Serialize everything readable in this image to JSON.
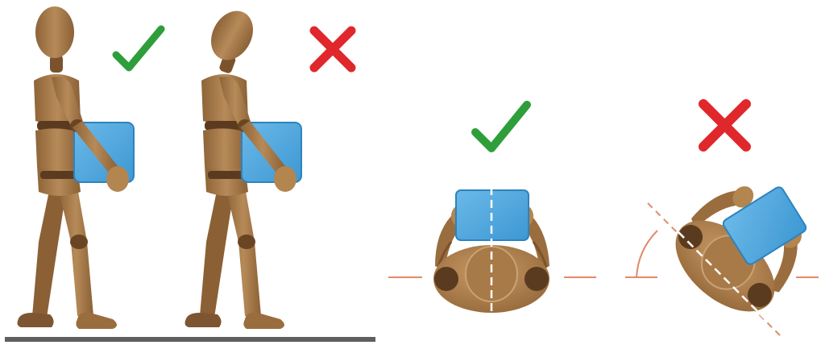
{
  "panels": [
    {
      "id": "side-upright",
      "view": "side",
      "verdict": "correct",
      "icon": "check-icon"
    },
    {
      "id": "side-bent",
      "view": "side",
      "verdict": "incorrect",
      "icon": "cross-icon"
    },
    {
      "id": "top-aligned",
      "view": "top",
      "verdict": "correct",
      "icon": "check-icon"
    },
    {
      "id": "top-twisted",
      "view": "top",
      "verdict": "incorrect",
      "icon": "cross-icon"
    }
  ],
  "colors": {
    "wood": "#a67a4c",
    "wood_light": "#c19566",
    "wood_dark": "#6e4a28",
    "joint": "#5b3b1f",
    "box": "#4fa6dd",
    "box_edge": "#2e83bd",
    "check": "#2e9e3b",
    "cross": "#e0272b",
    "floor": "#5f5f5f",
    "guide": "#e08a6a"
  }
}
